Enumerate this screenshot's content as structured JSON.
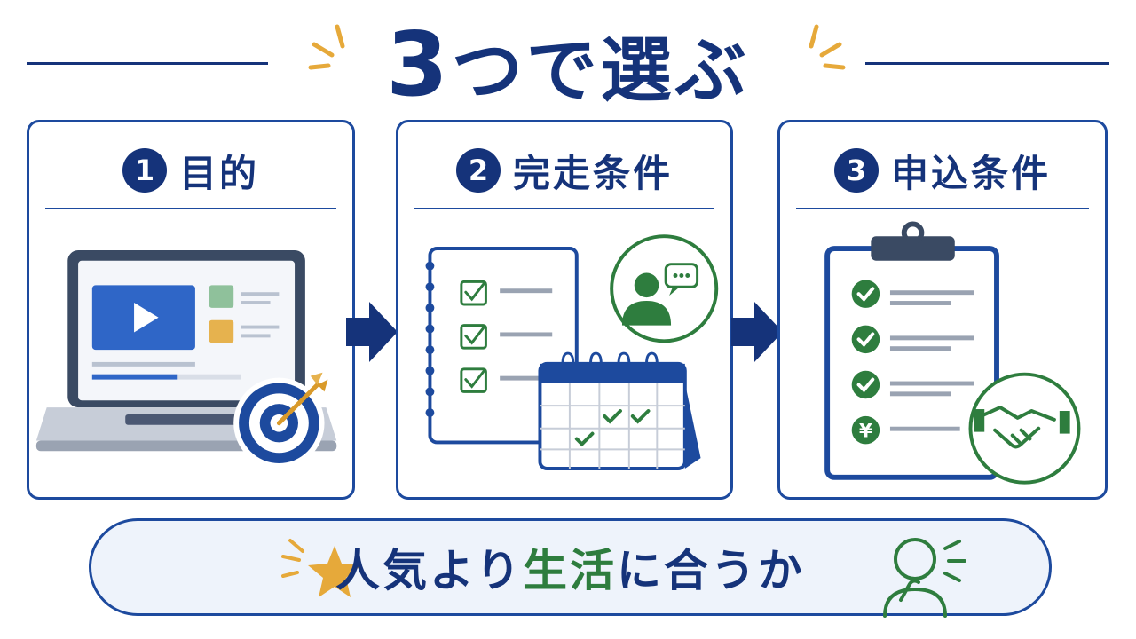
{
  "title": {
    "number": "3",
    "text": "つで選ぶ"
  },
  "steps": [
    {
      "number": "1",
      "label": "目的",
      "illustration": "laptop-video-target-icon"
    },
    {
      "number": "2",
      "label": "完走条件",
      "illustration": "checklist-calendar-consultation-icon"
    },
    {
      "number": "3",
      "label": "申込条件",
      "illustration": "clipboard-yen-handshake-icon"
    }
  ],
  "bottom": {
    "part1": "人気より",
    "part2": "生活",
    "part3": "に合うか"
  },
  "colors": {
    "navy": "#15337a",
    "green": "#2e7d3e",
    "gold": "#e6a93a",
    "panel": "#eef3fb"
  }
}
